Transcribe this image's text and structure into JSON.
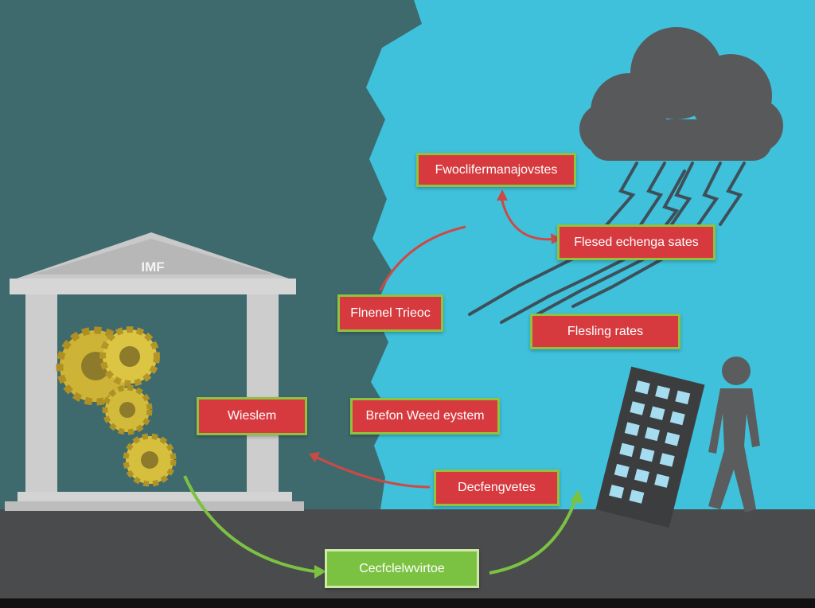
{
  "colors": {
    "sky_left": "#3e6a6d",
    "sky_right": "#3fc1db",
    "ground": "#4a4b4d",
    "label_fill": "#d63a3f",
    "label_border": "#8fc23e",
    "green_label": "#7cc242",
    "arrow_red": "#cc4a45",
    "arrow_green": "#7cc242",
    "storm_cloud": "#58595b",
    "gear": "#d9c23c"
  },
  "building": {
    "title": "IMF"
  },
  "labels": {
    "top": "Fwoclifermanajovstes",
    "fixed": "Flesed echenga sates",
    "financial": "Flnenel Trieoc",
    "floating": "Flesling rates",
    "western": "Wieslem",
    "bretton": "Brefon Weed eystem",
    "exchange": "Decfengvetes",
    "bottom": "Cecfclelwvirtoe"
  }
}
